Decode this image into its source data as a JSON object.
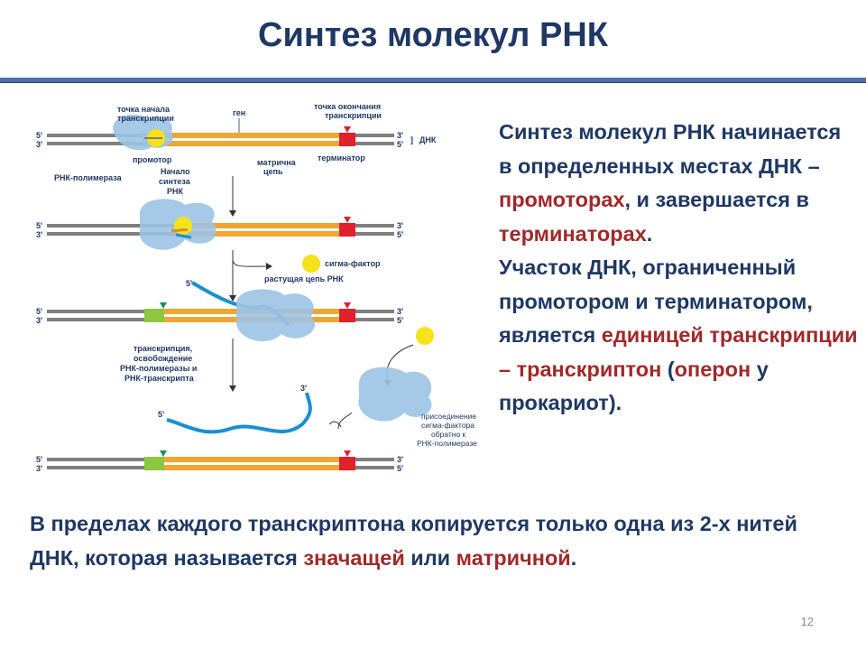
{
  "title": "Синтез молекул РНК",
  "page_number": "12",
  "colors": {
    "title": "#1f3864",
    "highlight": "#a0292a",
    "dna_strand": "#7f7f7f",
    "gene": "#f0a630",
    "promoter": "#8dc63f",
    "terminator": "#e0202a",
    "polymerase": "#9dc3e6",
    "rna": "#1a8fd1",
    "sigma_factor": "#f7e11b"
  },
  "diagram": {
    "labels": {
      "transcription_start_point": [
        "точка начала",
        "транскрипции"
      ],
      "gene": "ген",
      "transcription_end_point": [
        "точка окончания",
        "транскрипции"
      ],
      "dna": "ДНК",
      "promoter": "промотор",
      "matrix_strand": [
        "матрична",
        "цепь"
      ],
      "terminator": "терминатор",
      "rna_polymerase": "РНК-полимераза",
      "rna_synthesis_start": [
        "Начало",
        "синтеза",
        "РНК"
      ],
      "sigma_factor": "сигма-фактор",
      "growing_chain": "растущая цепь РНК",
      "release": [
        "транскрипция,",
        "освобождение",
        "РНК-полимеразы и",
        "РНК-транскрипта"
      ],
      "sigma_reattach": [
        "присоединение",
        "сигма-фактора",
        "обратно к",
        "РНК-полимеразе"
      ],
      "end_5": "5'",
      "end_3": "3'"
    }
  },
  "right_text": {
    "p1_a": "Синтез молекул РНК начинается в определенных местах ДНК – ",
    "p1_b": "промоторах",
    "p1_c": ", и завершается в ",
    "p1_d": "терминаторах",
    "p1_e": ".",
    "p2_a": "Участок ДНК, ограниченный промотором и терминатором, является ",
    "p2_b": "единицей транскрипции – транскриптон",
    "p2_c": " (",
    "p2_d": "оперон",
    "p2_e": " у прокариот)."
  },
  "bottom_text": {
    "a": "В пределах каждого транскриптона копируется только одна из 2-х нитей ДНК, которая называется ",
    "b": "значащей",
    "c": " или ",
    "d": "матричной",
    "e": "."
  }
}
